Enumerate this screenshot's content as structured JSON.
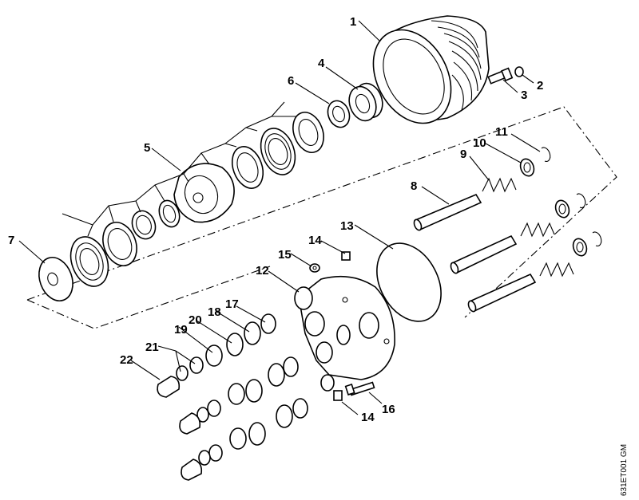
{
  "callouts": {
    "n1": "1",
    "n2": "2",
    "n3": "3",
    "n4": "4",
    "n5": "5",
    "n6": "6",
    "n7": "7",
    "n8": "8",
    "n9": "9",
    "n10": "10",
    "n11": "11",
    "n12": "12",
    "n13": "13",
    "n14a": "14",
    "n14b": "14",
    "n15": "15",
    "n16": "16",
    "n17": "17",
    "n18": "18",
    "n19": "19",
    "n20": "20",
    "n21": "21",
    "n22": "22"
  },
  "doc_code": "631ET001 GM"
}
